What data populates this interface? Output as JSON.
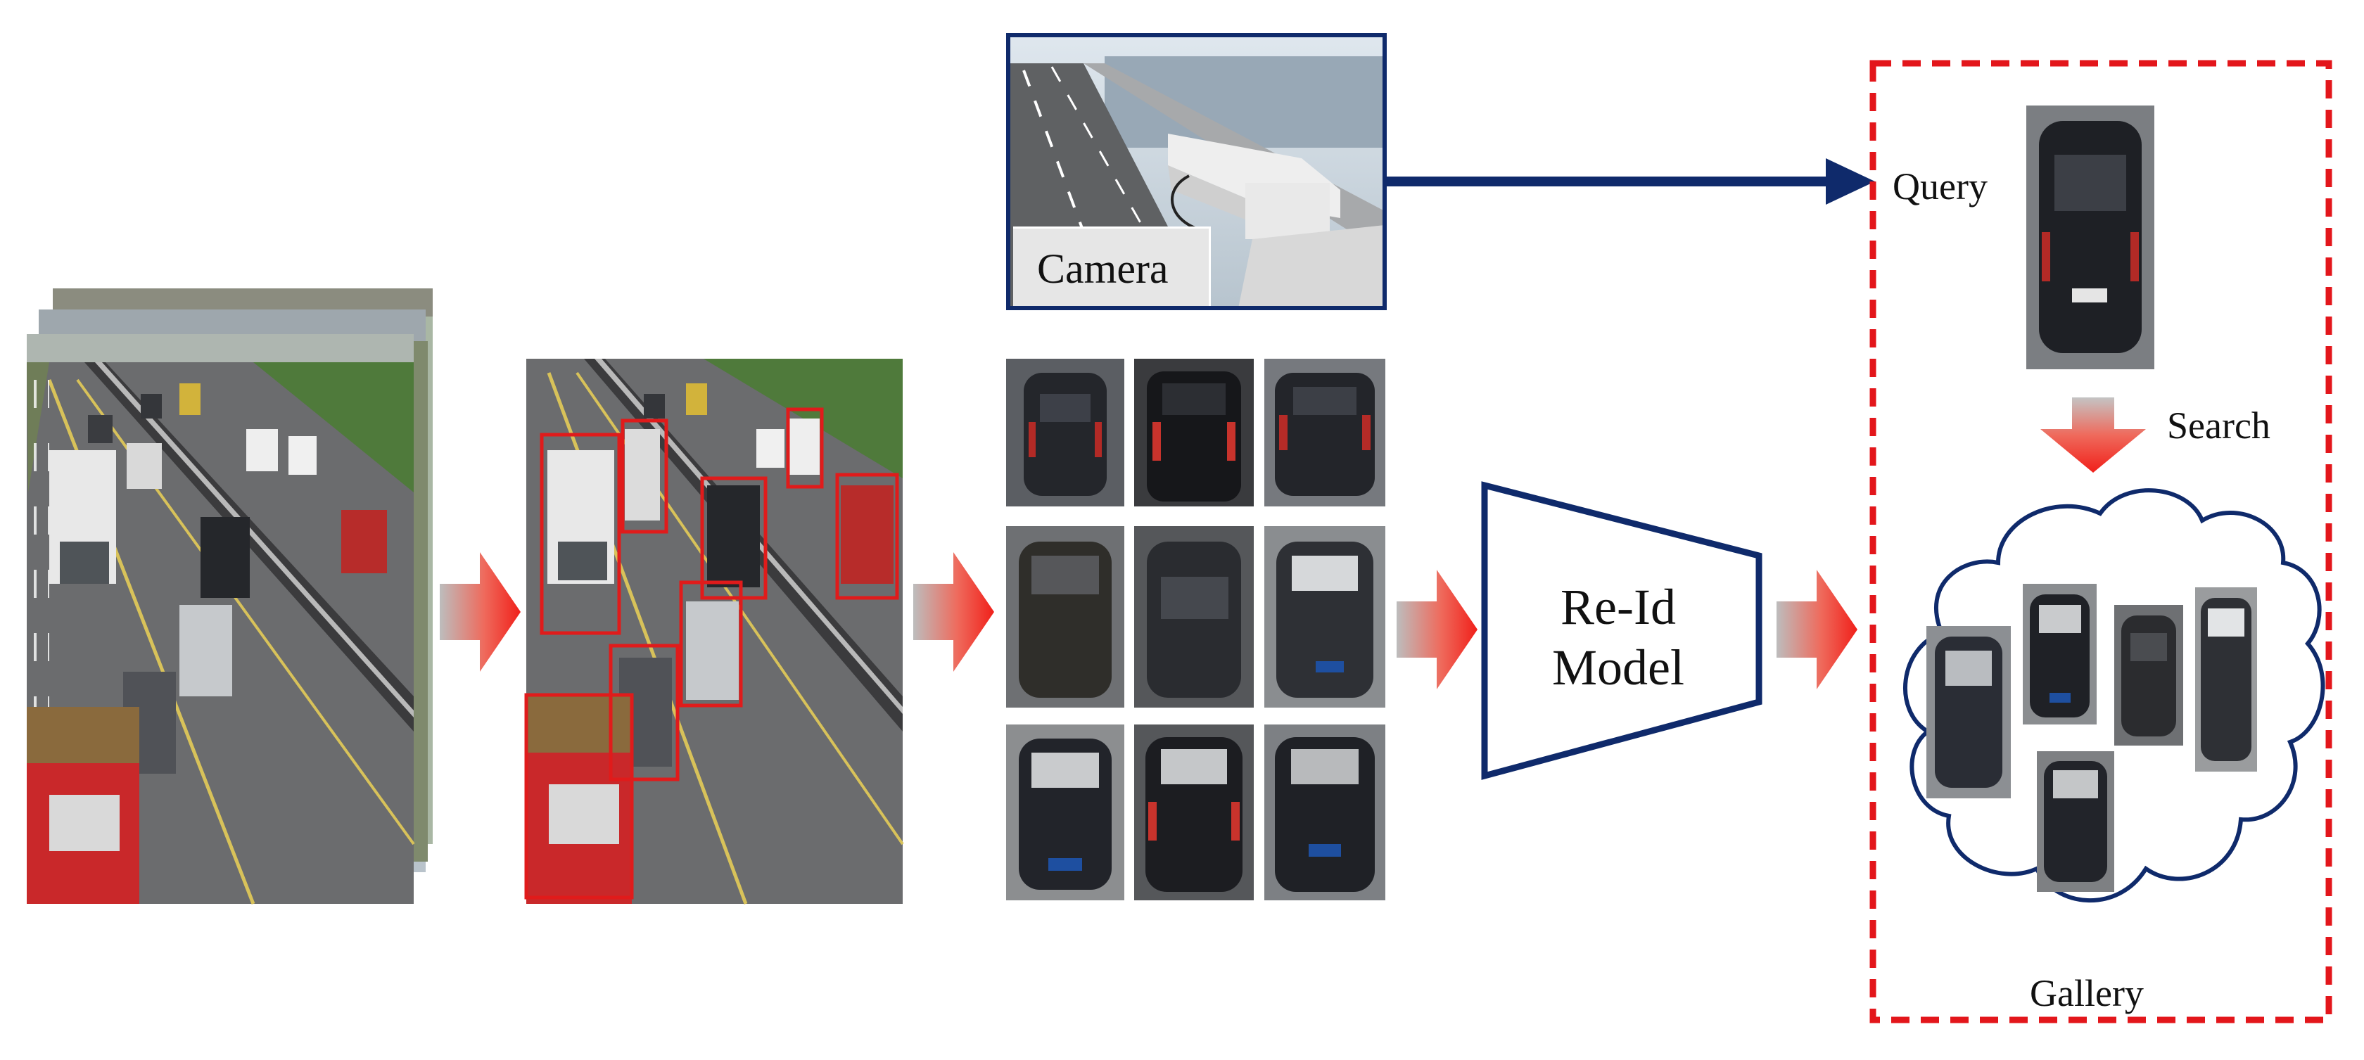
{
  "labels": {
    "camera": "Camera",
    "query": "Query",
    "search": "Search",
    "gallery": "Gallery",
    "model_line1": "Re-Id",
    "model_line2": "Model"
  },
  "colors": {
    "navy": "#0f2a6b",
    "bbox_red": "#e01b1b",
    "arrow_red": "#e8312e",
    "dashed_red": "#e3161b",
    "road": "#6e6e70",
    "car_dark": "#2b2d33"
  },
  "icons": {
    "flow_arrow": "right-arrow-icon",
    "search_arrow": "down-arrow-icon",
    "camera_arrow": "right-arrow-icon",
    "gallery_shape": "cloud-icon"
  }
}
